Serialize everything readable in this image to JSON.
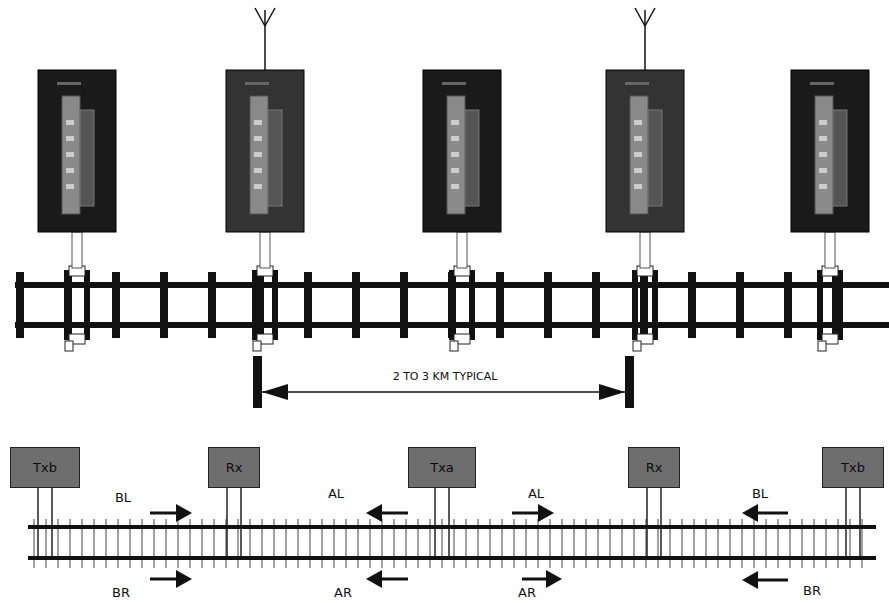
{
  "diagram": {
    "nodes": [
      {
        "text": [
          "Txb"
        ]
      },
      {
        "text": [
          "Rx"
        ]
      },
      {
        "text": [
          "Txa"
        ]
      },
      {
        "text": [
          "Rx"
        ]
      },
      {
        "text": [
          "Txb"
        ]
      }
    ],
    "labels": [
      "2 TO 3 KM TYPICAL",
      "BL",
      "BR",
      "AL",
      "AR",
      "AL",
      "AR",
      "BL",
      "BR"
    ]
  }
}
